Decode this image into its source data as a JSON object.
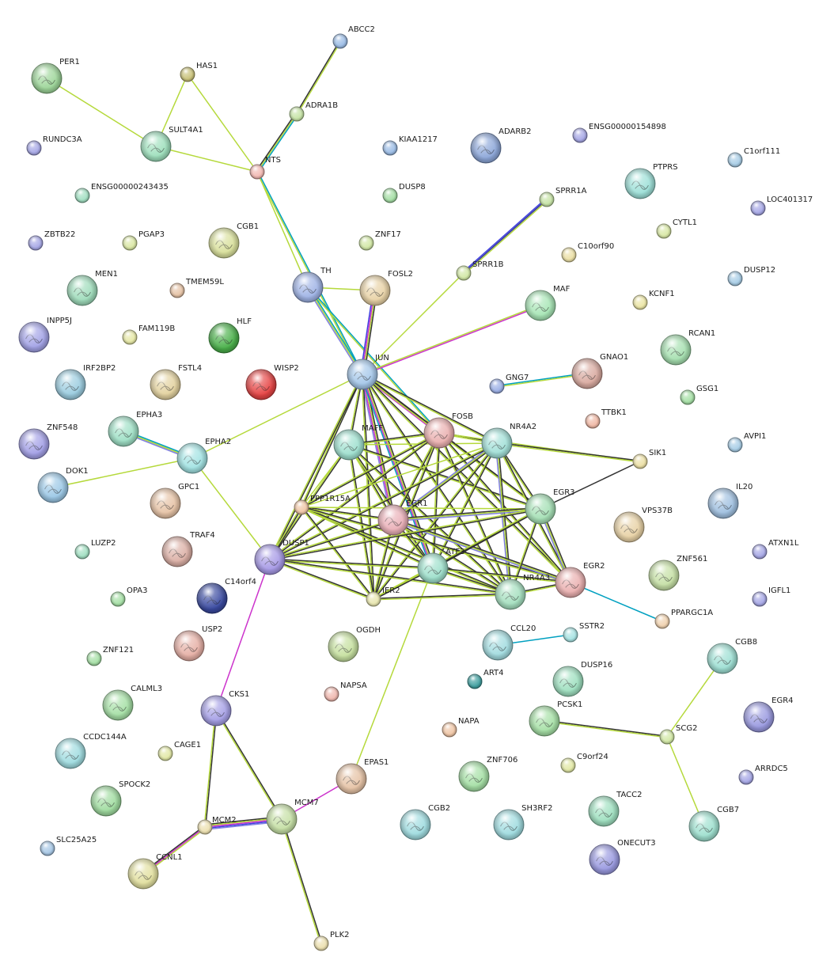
{
  "nodes": [
    {
      "id": "ABCC2",
      "label": "ABCC2",
      "color": "#9cbde6",
      "size": "s"
    },
    {
      "id": "PER1",
      "label": "PER1",
      "color": "#9ed69a",
      "size": "l"
    },
    {
      "id": "HAS1",
      "label": "HAS1",
      "color": "#c9c27a",
      "size": "s"
    },
    {
      "id": "ADRA1B",
      "label": "ADRA1B",
      "color": "#c6e3a6",
      "size": "s"
    },
    {
      "id": "RUNDC3A",
      "label": "RUNDC3A",
      "color": "#a7a8e6",
      "size": "s"
    },
    {
      "id": "SULT4A1",
      "label": "SULT4A1",
      "color": "#9fe0bd",
      "size": "l"
    },
    {
      "id": "NTS",
      "label": "NTS",
      "color": "#f2b9b3",
      "size": "s"
    },
    {
      "id": "KIAA1217",
      "label": "KIAA1217",
      "color": "#9cbde6",
      "size": "s"
    },
    {
      "id": "ADARB2",
      "label": "ADARB2",
      "color": "#8da7d9",
      "size": "l"
    },
    {
      "id": "ENSG00000154898",
      "label": "ENSG00000154898",
      "color": "#a7a8e6",
      "size": "s"
    },
    {
      "id": "C1orf111",
      "label": "C1orf111",
      "color": "#a8cde6",
      "size": "s"
    },
    {
      "id": "ENSG00000243435",
      "label": "ENSG00000243435",
      "color": "#a3e0c3",
      "size": "s"
    },
    {
      "id": "DUSP8",
      "label": "DUSP8",
      "color": "#a6dfa6",
      "size": "s"
    },
    {
      "id": "PTPRS",
      "label": "PTPRS",
      "color": "#9ee0d8",
      "size": "l"
    },
    {
      "id": "LOC401317",
      "label": "LOC401317",
      "color": "#a7a8e6",
      "size": "s"
    },
    {
      "id": "SPRR1A",
      "label": "SPRR1A",
      "color": "#c6e3a6",
      "size": "s"
    },
    {
      "id": "ZBTB22",
      "label": "ZBTB22",
      "color": "#a7a8e6",
      "size": "s"
    },
    {
      "id": "PGAP3",
      "label": "PGAP3",
      "color": "#dbe8a6",
      "size": "s"
    },
    {
      "id": "CGB1",
      "label": "CGB1",
      "color": "#d9e09c",
      "size": "l"
    },
    {
      "id": "ZNF17",
      "label": "ZNF17",
      "color": "#d2e8a6",
      "size": "s"
    },
    {
      "id": "CYTL1",
      "label": "CYTL1",
      "color": "#d9e8a6",
      "size": "s"
    },
    {
      "id": "C10orf90",
      "label": "C10orf90",
      "color": "#ece0a6",
      "size": "s"
    },
    {
      "id": "MEN1",
      "label": "MEN1",
      "color": "#9fdcbb",
      "size": "l"
    },
    {
      "id": "TMEM59L",
      "label": "TMEM59L",
      "color": "#e6c3a6",
      "size": "s"
    },
    {
      "id": "TH",
      "label": "TH",
      "color": "#a0b4e6",
      "size": "l"
    },
    {
      "id": "FOSL2",
      "label": "FOSL2",
      "color": "#e8d2a6",
      "size": "l"
    },
    {
      "id": "SPRR1B",
      "label": "SPRR1B",
      "color": "#d2e8a6",
      "size": "s"
    },
    {
      "id": "DUSP12",
      "label": "DUSP12",
      "color": "#a8cde6",
      "size": "s"
    },
    {
      "id": "MAF",
      "label": "MAF",
      "color": "#a8e6b6",
      "size": "l"
    },
    {
      "id": "KCNF1",
      "label": "KCNF1",
      "color": "#ece6a6",
      "size": "s"
    },
    {
      "id": "INPP5J",
      "label": "INPP5J",
      "color": "#a3a3e6",
      "size": "l"
    },
    {
      "id": "FAM119B",
      "label": "FAM119B",
      "color": "#e6e8a6",
      "size": "s"
    },
    {
      "id": "HLF",
      "label": "HLF",
      "color": "#4ab04a",
      "size": "l"
    },
    {
      "id": "RCAN1",
      "label": "RCAN1",
      "color": "#a6e0b0",
      "size": "l"
    },
    {
      "id": "IRF2BP2",
      "label": "IRF2BP2",
      "color": "#9ccde0",
      "size": "l"
    },
    {
      "id": "FSTL4",
      "label": "FSTL4",
      "color": "#e3d2a0",
      "size": "l"
    },
    {
      "id": "WISP2",
      "label": "WISP2",
      "color": "#e64545",
      "size": "l"
    },
    {
      "id": "JUN",
      "label": "JUN",
      "color": "#a6c8ea",
      "size": "l"
    },
    {
      "id": "GNAO1",
      "label": "GNAO1",
      "color": "#d9aaa0",
      "size": "l"
    },
    {
      "id": "GNG7",
      "label": "GNG7",
      "color": "#9cb0e6",
      "size": "s"
    },
    {
      "id": "GSG1",
      "label": "GSG1",
      "color": "#a6e0a6",
      "size": "s"
    },
    {
      "id": "TTBK1",
      "label": "TTBK1",
      "color": "#f0b9a6",
      "size": "s"
    },
    {
      "id": "ZNF548",
      "label": "ZNF548",
      "color": "#a3a0e6",
      "size": "l"
    },
    {
      "id": "EPHA3",
      "label": "EPHA3",
      "color": "#9fe0c6",
      "size": "l"
    },
    {
      "id": "MAFF",
      "label": "MAFF",
      "color": "#9fe0cf",
      "size": "l"
    },
    {
      "id": "FOSB",
      "label": "FOSB",
      "color": "#eab0b0",
      "size": "l"
    },
    {
      "id": "NR4A2",
      "label": "NR4A2",
      "color": "#a3e0d8",
      "size": "l"
    },
    {
      "id": "AVPI1",
      "label": "AVPI1",
      "color": "#a8cde6",
      "size": "s"
    },
    {
      "id": "EPHA2",
      "label": "EPHA2",
      "color": "#a3e3e3",
      "size": "l"
    },
    {
      "id": "DOK1",
      "label": "DOK1",
      "color": "#9cc8e6",
      "size": "l"
    },
    {
      "id": "SIK1",
      "label": "SIK1",
      "color": "#ece0a6",
      "size": "s"
    },
    {
      "id": "GPC1",
      "label": "GPC1",
      "color": "#e6c3a6",
      "size": "l"
    },
    {
      "id": "PPP1R15A",
      "label": "PPP1R15A",
      "color": "#f0c6a6",
      "size": "s"
    },
    {
      "id": "IL20",
      "label": "IL20",
      "color": "#a0c0e0",
      "size": "l"
    },
    {
      "id": "EGR3",
      "label": "EGR3",
      "color": "#a6e0b6",
      "size": "l"
    },
    {
      "id": "EGR1",
      "label": "EGR1",
      "color": "#eab0b8",
      "size": "l"
    },
    {
      "id": "VPS37B",
      "label": "VPS37B",
      "color": "#e8d2a6",
      "size": "l"
    },
    {
      "id": "TRAF4",
      "label": "TRAF4",
      "color": "#dcb0a6",
      "size": "l"
    },
    {
      "id": "LUZP2",
      "label": "LUZP2",
      "color": "#a3e0c3",
      "size": "s"
    },
    {
      "id": "DUSP1",
      "label": "DUSP1",
      "color": "#a79ae6",
      "size": "l"
    },
    {
      "id": "ATXN1L",
      "label": "ATXN1L",
      "color": "#a7a8e6",
      "size": "s"
    },
    {
      "id": "ZNF561",
      "label": "ZNF561",
      "color": "#c6e0a6",
      "size": "l"
    },
    {
      "id": "C14orf4",
      "label": "C14orf4",
      "color": "#3a4aa0",
      "size": "l"
    },
    {
      "id": "ATF3",
      "label": "ATF3",
      "color": "#9fe0cc",
      "size": "l"
    },
    {
      "id": "OPA3",
      "label": "OPA3",
      "color": "#a6e0a6",
      "size": "s"
    },
    {
      "id": "EGR2",
      "label": "EGR2",
      "color": "#eab0b0",
      "size": "l"
    },
    {
      "id": "NR4A3",
      "label": "NR4A3",
      "color": "#a6e0c0",
      "size": "l"
    },
    {
      "id": "IER2",
      "label": "IER2",
      "color": "#e8e6b0",
      "size": "s"
    },
    {
      "id": "IGFL1",
      "label": "IGFL1",
      "color": "#a7a8e6",
      "size": "s"
    },
    {
      "id": "PPARGC1A",
      "label": "PPARGC1A",
      "color": "#f0d2b0",
      "size": "s"
    },
    {
      "id": "USP2",
      "label": "USP2",
      "color": "#e6b0a6",
      "size": "l"
    },
    {
      "id": "SSTR2",
      "label": "SSTR2",
      "color": "#a8e3e3",
      "size": "s"
    },
    {
      "id": "CCL20",
      "label": "CCL20",
      "color": "#a3dce0",
      "size": "l"
    },
    {
      "id": "CGB8",
      "label": "CGB8",
      "color": "#9fe0d4",
      "size": "l"
    },
    {
      "id": "ZNF121",
      "label": "ZNF121",
      "color": "#a6e0a6",
      "size": "s"
    },
    {
      "id": "OGDH",
      "label": "OGDH",
      "color": "#c6e0a0",
      "size": "l"
    },
    {
      "id": "DUSP16",
      "label": "DUSP16",
      "color": "#9fe0c0",
      "size": "l"
    },
    {
      "id": "ART4",
      "label": "ART4",
      "color": "#40a0a0",
      "size": "s"
    },
    {
      "id": "CALML3",
      "label": "CALML3",
      "color": "#a6e0a6",
      "size": "l"
    },
    {
      "id": "NAPSA",
      "label": "NAPSA",
      "color": "#f0b9b0",
      "size": "s"
    },
    {
      "id": "CKS1",
      "label": "CKS1",
      "color": "#a6a0e6",
      "size": "l"
    },
    {
      "id": "EGR4",
      "label": "EGR4",
      "color": "#9a9ae0",
      "size": "l"
    },
    {
      "id": "PCSK1",
      "label": "PCSK1",
      "color": "#a6e0a6",
      "size": "l"
    },
    {
      "id": "SCG2",
      "label": "SCG2",
      "color": "#d2e8a6",
      "size": "s"
    },
    {
      "id": "CCDC144A",
      "label": "CCDC144A",
      "color": "#a0dce0",
      "size": "l"
    },
    {
      "id": "NAPA",
      "label": "NAPA",
      "color": "#f0c6a6",
      "size": "s"
    },
    {
      "id": "CAGE1",
      "label": "CAGE1",
      "color": "#e2e8a6",
      "size": "s"
    },
    {
      "id": "ZNF706",
      "label": "ZNF706",
      "color": "#a6e0a6",
      "size": "l"
    },
    {
      "id": "C9orf24",
      "label": "C9orf24",
      "color": "#e2e8a6",
      "size": "s"
    },
    {
      "id": "EPAS1",
      "label": "EPAS1",
      "color": "#e6c3a6",
      "size": "l"
    },
    {
      "id": "ARRDC5",
      "label": "ARRDC5",
      "color": "#a7a8e6",
      "size": "s"
    },
    {
      "id": "SPOCK2",
      "label": "SPOCK2",
      "color": "#a0dca0",
      "size": "l"
    },
    {
      "id": "TACC2",
      "label": "TACC2",
      "color": "#9fe0c0",
      "size": "l"
    },
    {
      "id": "MCM7",
      "label": "MCM7",
      "color": "#c6e0a6",
      "size": "l"
    },
    {
      "id": "CGB2",
      "label": "CGB2",
      "color": "#a0dce0",
      "size": "l"
    },
    {
      "id": "SH3RF2",
      "label": "SH3RF2",
      "color": "#a0dce0",
      "size": "l"
    },
    {
      "id": "CGB7",
      "label": "CGB7",
      "color": "#9fe0cf",
      "size": "l"
    },
    {
      "id": "MCM2",
      "label": "MCM2",
      "color": "#ece0b0",
      "size": "s"
    },
    {
      "id": "SLC25A25",
      "label": "SLC25A25",
      "color": "#a8c8e6",
      "size": "s"
    },
    {
      "id": "ONECUT3",
      "label": "ONECUT3",
      "color": "#9a9ae0",
      "size": "l"
    },
    {
      "id": "CCNL1",
      "label": "CCNL1",
      "color": "#e2e0a0",
      "size": "l"
    },
    {
      "id": "PLK2",
      "label": "PLK2",
      "color": "#ece0b0",
      "size": "s"
    }
  ],
  "edges": [
    [
      "PER1",
      "SULT4A1",
      [
        "#b5d93b"
      ]
    ],
    [
      "HAS1",
      "SULT4A1",
      [
        "#b5d93b"
      ]
    ],
    [
      "HAS1",
      "NTS",
      [
        "#b5d93b"
      ]
    ],
    [
      "SULT4A1",
      "NTS",
      [
        "#b5d93b"
      ]
    ],
    [
      "ABCC2",
      "ADRA1B",
      [
        "#b5d93b",
        "#333333"
      ]
    ],
    [
      "ADRA1B",
      "NTS",
      [
        "#00a0c0",
        "#b5d93b",
        "#333333"
      ]
    ],
    [
      "NTS",
      "TH",
      [
        "#b5d93b"
      ]
    ],
    [
      "NTS",
      "JUN",
      [
        "#00a0c0",
        "#b5d93b"
      ]
    ],
    [
      "TH",
      "FOSL2",
      [
        "#b5d93b"
      ]
    ],
    [
      "TH",
      "JUN",
      [
        "#00a0c0",
        "#b5d93b",
        "#8080e0"
      ]
    ],
    [
      "TH",
      "FOSB",
      [
        "#00a0c0",
        "#b5d93b"
      ]
    ],
    [
      "FOSL2",
      "JUN",
      [
        "#333333",
        "#b5d93b",
        "#cc33cc",
        "#4040e0"
      ]
    ],
    [
      "SPRR1A",
      "SPRR1B",
      [
        "#b5d93b",
        "#333399",
        "#4040e0"
      ]
    ],
    [
      "SPRR1B",
      "JUN",
      [
        "#b5d93b"
      ]
    ],
    [
      "MAF",
      "JUN",
      [
        "#cc33cc",
        "#b5d93b"
      ]
    ],
    [
      "GNG7",
      "GNAO1",
      [
        "#00a0c0",
        "#b5d93b"
      ]
    ],
    [
      "EPHA3",
      "EPHA2",
      [
        "#00a0c0",
        "#b5d93b",
        "#8080e0"
      ]
    ],
    [
      "DOK1",
      "EPHA2",
      [
        "#b5d93b"
      ]
    ],
    [
      "EPHA2",
      "JUN",
      [
        "#b5d93b"
      ]
    ],
    [
      "EPHA2",
      "DUSP1",
      [
        "#b5d93b"
      ]
    ],
    [
      "JUN",
      "MAFF",
      [
        "#333333",
        "#b5d93b"
      ]
    ],
    [
      "JUN",
      "FOSB",
      [
        "#333333",
        "#b5d93b",
        "#cc33cc"
      ]
    ],
    [
      "JUN",
      "NR4A2",
      [
        "#333333",
        "#b5d93b"
      ]
    ],
    [
      "JUN",
      "PPP1R15A",
      [
        "#333333",
        "#b5d93b"
      ]
    ],
    [
      "JUN",
      "EGR1",
      [
        "#333333",
        "#b5d93b",
        "#cc33cc",
        "#8080e0"
      ]
    ],
    [
      "JUN",
      "EGR3",
      [
        "#333333",
        "#b5d93b"
      ]
    ],
    [
      "JUN",
      "DUSP1",
      [
        "#333333",
        "#b5d93b"
      ]
    ],
    [
      "JUN",
      "ATF3",
      [
        "#333333",
        "#b5d93b",
        "#cc33cc",
        "#00a0c0"
      ]
    ],
    [
      "JUN",
      "IER2",
      [
        "#333333",
        "#b5d93b"
      ]
    ],
    [
      "JUN",
      "NR4A3",
      [
        "#333333",
        "#b5d93b"
      ]
    ],
    [
      "JUN",
      "EGR2",
      [
        "#333333",
        "#b5d93b"
      ]
    ],
    [
      "MAFF",
      "FOSB",
      [
        "#333333",
        "#b5d93b"
      ]
    ],
    [
      "MAFF",
      "NR4A2",
      [
        "#b5d93b"
      ]
    ],
    [
      "MAFF",
      "EGR1",
      [
        "#333333",
        "#b5d93b"
      ]
    ],
    [
      "MAFF",
      "ATF3",
      [
        "#333333",
        "#b5d93b"
      ]
    ],
    [
      "MAFF",
      "DUSP1",
      [
        "#333333",
        "#b5d93b"
      ]
    ],
    [
      "MAFF",
      "IER2",
      [
        "#333333",
        "#b5d93b"
      ]
    ],
    [
      "MAFF",
      "EGR3",
      [
        "#333333",
        "#b5d93b"
      ]
    ],
    [
      "MAFF",
      "NR4A3",
      [
        "#333333",
        "#b5d93b"
      ]
    ],
    [
      "MAFF",
      "PPP1R15A",
      [
        "#b5d93b"
      ]
    ],
    [
      "FOSB",
      "NR4A2",
      [
        "#333333",
        "#b5d93b"
      ]
    ],
    [
      "FOSB",
      "EGR1",
      [
        "#333333",
        "#b5d93b"
      ]
    ],
    [
      "FOSB",
      "EGR3",
      [
        "#333333",
        "#b5d93b"
      ]
    ],
    [
      "FOSB",
      "ATF3",
      [
        "#333333",
        "#b5d93b"
      ]
    ],
    [
      "FOSB",
      "DUSP1",
      [
        "#333333",
        "#b5d93b"
      ]
    ],
    [
      "FOSB",
      "IER2",
      [
        "#333333",
        "#b5d93b"
      ]
    ],
    [
      "FOSB",
      "NR4A3",
      [
        "#333333",
        "#b5d93b"
      ]
    ],
    [
      "FOSB",
      "EGR2",
      [
        "#333333",
        "#b5d93b"
      ]
    ],
    [
      "FOSB",
      "PPP1R15A",
      [
        "#333333",
        "#b5d93b"
      ]
    ],
    [
      "FOSB",
      "SIK1",
      [
        "#b5d93b"
      ]
    ],
    [
      "NR4A2",
      "SIK1",
      [
        "#333333",
        "#b5d93b"
      ]
    ],
    [
      "NR4A2",
      "EGR3",
      [
        "#333333",
        "#b5d93b"
      ]
    ],
    [
      "NR4A2",
      "EGR1",
      [
        "#333333",
        "#b5d93b",
        "#8080e0"
      ]
    ],
    [
      "NR4A2",
      "ATF3",
      [
        "#333333",
        "#b5d93b"
      ]
    ],
    [
      "NR4A2",
      "NR4A3",
      [
        "#333333",
        "#b5d93b",
        "#8080e0"
      ]
    ],
    [
      "NR4A2",
      "EGR2",
      [
        "#333333",
        "#b5d93b"
      ]
    ],
    [
      "NR4A2",
      "DUSP1",
      [
        "#333333",
        "#b5d93b"
      ]
    ],
    [
      "NR4A2",
      "IER2",
      [
        "#333333",
        "#b5d93b"
      ]
    ],
    [
      "NR4A2",
      "PPP1R15A",
      [
        "#b5d93b"
      ]
    ],
    [
      "SIK1",
      "EGR3",
      [
        "#333333"
      ]
    ],
    [
      "PPP1R15A",
      "EGR1",
      [
        "#333333",
        "#b5d93b"
      ]
    ],
    [
      "PPP1R15A",
      "ATF3",
      [
        "#333333",
        "#b5d93b"
      ]
    ],
    [
      "PPP1R15A",
      "IER2",
      [
        "#333333",
        "#b5d93b"
      ]
    ],
    [
      "PPP1R15A",
      "EGR3",
      [
        "#b5d93b"
      ]
    ],
    [
      "PPP1R15A",
      "NR4A3",
      [
        "#333333",
        "#b5d93b"
      ]
    ],
    [
      "PPP1R15A",
      "EGR2",
      [
        "#333333",
        "#b5d93b"
      ]
    ],
    [
      "PPP1R15A",
      "DUSP1",
      [
        "#333333",
        "#b5d93b"
      ]
    ],
    [
      "EGR1",
      "EGR3",
      [
        "#333333",
        "#b5d93b",
        "#8080e0"
      ]
    ],
    [
      "EGR1",
      "ATF3",
      [
        "#333333",
        "#b5d93b"
      ]
    ],
    [
      "EGR1",
      "DUSP1",
      [
        "#333333",
        "#b5d93b"
      ]
    ],
    [
      "EGR1",
      "IER2",
      [
        "#333333",
        "#b5d93b"
      ]
    ],
    [
      "EGR1",
      "NR4A3",
      [
        "#333333",
        "#b5d93b"
      ]
    ],
    [
      "EGR1",
      "EGR2",
      [
        "#333333",
        "#b5d93b",
        "#8080e0"
      ]
    ],
    [
      "EGR3",
      "ATF3",
      [
        "#333333",
        "#b5d93b"
      ]
    ],
    [
      "EGR3",
      "NR4A3",
      [
        "#333333",
        "#b5d93b"
      ]
    ],
    [
      "EGR3",
      "EGR2",
      [
        "#333333",
        "#b5d93b",
        "#8080e0"
      ]
    ],
    [
      "EGR3",
      "DUSP1",
      [
        "#333333",
        "#b5d93b"
      ]
    ],
    [
      "EGR3",
      "IER2",
      [
        "#333333",
        "#b5d93b"
      ]
    ],
    [
      "DUSP1",
      "ATF3",
      [
        "#333333",
        "#b5d93b"
      ]
    ],
    [
      "DUSP1",
      "IER2",
      [
        "#333333",
        "#b5d93b"
      ]
    ],
    [
      "DUSP1",
      "NR4A3",
      [
        "#333333",
        "#b5d93b"
      ]
    ],
    [
      "DUSP1",
      "CKS1",
      [
        "#cc33cc"
      ]
    ],
    [
      "ATF3",
      "IER2",
      [
        "#333333",
        "#b5d93b"
      ]
    ],
    [
      "ATF3",
      "NR4A3",
      [
        "#333333",
        "#b5d93b"
      ]
    ],
    [
      "ATF3",
      "EGR2",
      [
        "#333333",
        "#b5d93b"
      ]
    ],
    [
      "ATF3",
      "EPAS1",
      [
        "#b5d93b"
      ]
    ],
    [
      "IER2",
      "NR4A3",
      [
        "#333333",
        "#b5d93b"
      ]
    ],
    [
      "NR4A3",
      "EGR2",
      [
        "#333333",
        "#b5d93b"
      ]
    ],
    [
      "EGR2",
      "PPARGC1A",
      [
        "#00a0c0"
      ]
    ],
    [
      "CCL20",
      "SSTR2",
      [
        "#00a0c0"
      ]
    ],
    [
      "CGB8",
      "SCG2",
      [
        "#b5d93b"
      ]
    ],
    [
      "PCSK1",
      "SCG2",
      [
        "#333333",
        "#b5d93b"
      ]
    ],
    [
      "SCG2",
      "CGB7",
      [
        "#b5d93b"
      ]
    ],
    [
      "CKS1",
      "MCM2",
      [
        "#333333",
        "#b5d93b"
      ]
    ],
    [
      "CKS1",
      "MCM7",
      [
        "#333333",
        "#b5d93b"
      ]
    ],
    [
      "EPAS1",
      "MCM7",
      [
        "#cc33cc"
      ]
    ],
    [
      "MCM2",
      "MCM7",
      [
        "#333333",
        "#b5d93b",
        "#cc33cc",
        "#4040e0",
        "#8080e0"
      ]
    ],
    [
      "MCM2",
      "CCNL1",
      [
        "#b5d93b",
        "#cc33cc",
        "#333333"
      ]
    ],
    [
      "MCM7",
      "PLK2",
      [
        "#333333",
        "#b5d93b"
      ]
    ]
  ]
}
